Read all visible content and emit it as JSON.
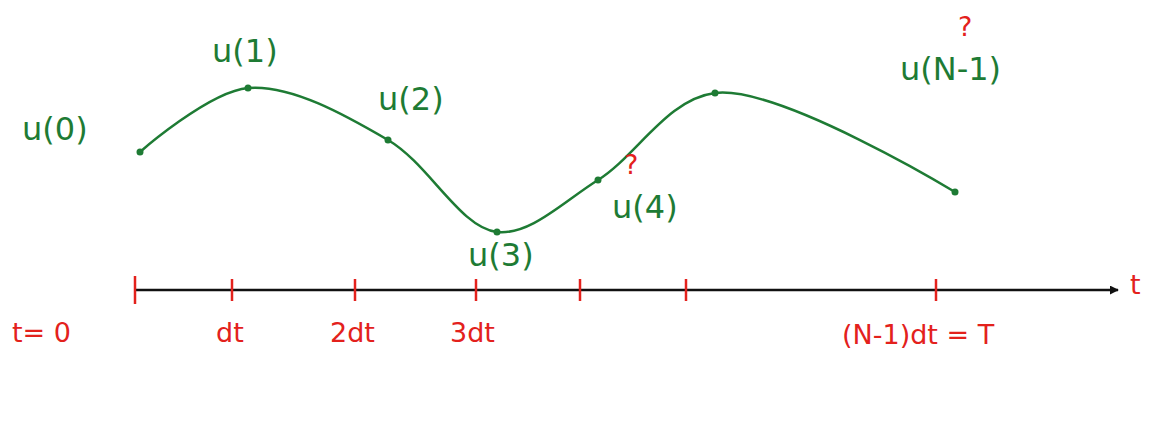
{
  "diagram": {
    "labels": [
      "u(0)",
      "u(1)",
      "u(2)",
      "u(3)",
      "?",
      "u(4)",
      "?",
      "u(N-1)",
      "t",
      "t= 0",
      "dt",
      "2dt",
      "3dt",
      "(N-1)dt = T"
    ]
  }
}
